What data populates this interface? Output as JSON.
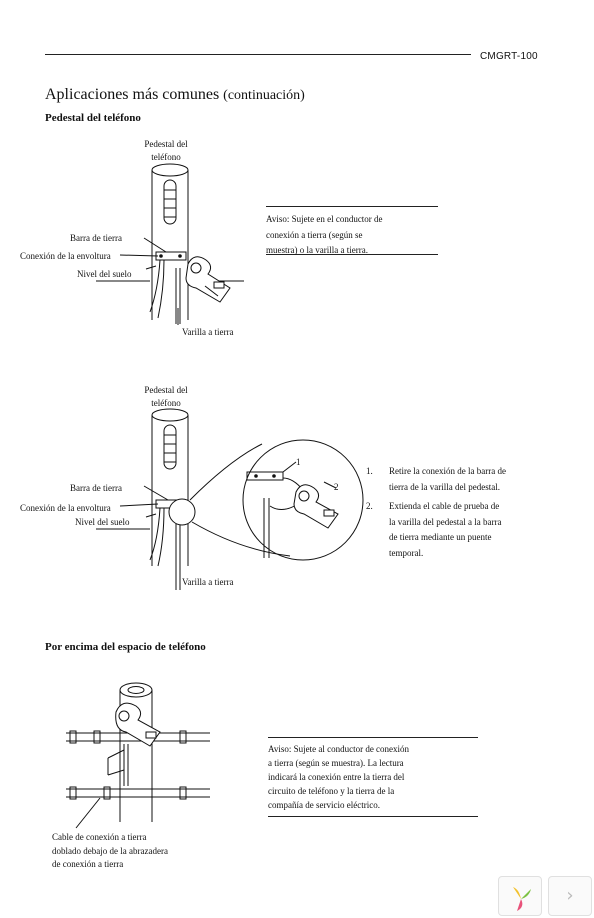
{
  "header": {
    "code": "CMGRT-100"
  },
  "page_title": {
    "main": "Aplicaciones más comunes",
    "suffix": "(continuación)"
  },
  "section1": {
    "heading": "Pedestal del teléfono",
    "labels": {
      "pedestal_line1": "Pedestal del",
      "pedestal_line2": "teléfono",
      "barra": "Barra de tierra",
      "conexion": "Conexión de la envoltura",
      "nivel": "Nivel del suelo",
      "varilla": "Varilla a tierra"
    },
    "note": {
      "line1": "Aviso: Sujete en el conductor de",
      "line2": "conexión a tierra (según se",
      "line3": "muestra) o la varilla a tierra."
    }
  },
  "section2": {
    "labels": {
      "pedestal_line1": "Pedestal del",
      "pedestal_line2": "teléfono",
      "barra": "Barra de tierra",
      "conexion": "Conexión de la envoltura",
      "nivel": "Nivel del suelo",
      "varilla": "Varilla a tierra",
      "callout1": "1",
      "callout2": "2"
    },
    "steps": [
      {
        "num": "1.",
        "lines": [
          "Retire la conexión de la barra de",
          "tierra de la varilla del pedestal."
        ]
      },
      {
        "num": "2.",
        "lines": [
          "Extienda el cable de prueba de",
          "la varilla del pedestal a la barra",
          "de tierra mediante un puente",
          "temporal."
        ]
      }
    ]
  },
  "section3": {
    "heading": "Por encima del espacio de teléfono",
    "caption": {
      "line1": "Cable de conexión a tierra",
      "line2": "doblado debajo de la abrazadera",
      "line3": "de conexión a tierra"
    },
    "note": {
      "line1": "Aviso: Sujete al conductor de conexión",
      "line2": "a tierra (según se muestra). La lectura",
      "line3": "indicará la conexión entre la tierra del",
      "line4": "circuito de teléfono y la tierra de la",
      "line5": "compañía de servicio eléctrico."
    }
  },
  "nav": {
    "next_glyph": "›"
  },
  "colors": {
    "ink": "#111111",
    "rule": "#222222",
    "logo_yellow": "#f2c12e",
    "logo_green": "#7cc242",
    "logo_pink": "#e8527a"
  }
}
